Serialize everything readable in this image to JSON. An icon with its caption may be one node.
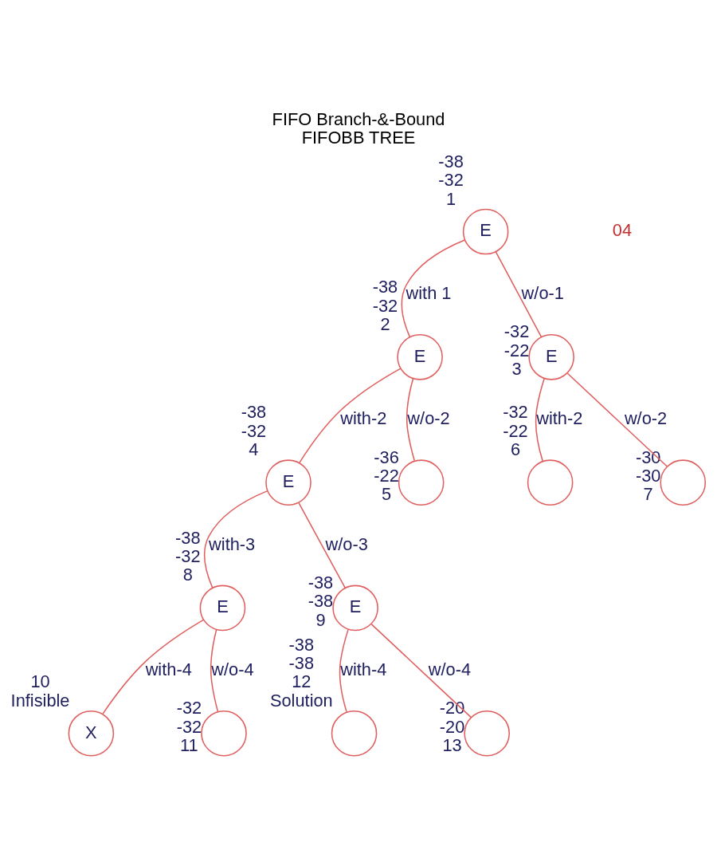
{
  "diagram": {
    "title": "FIFO Branch-&-Bound",
    "caption": "FIFOBB TREE",
    "nodes": [
      {
        "text": [
          "E"
        ],
        "beside": [
          "-38",
          "-32",
          "1"
        ]
      },
      {
        "text": [
          "E"
        ],
        "beside": [
          "-38",
          "-32",
          "2"
        ]
      },
      {
        "text": [
          "E"
        ],
        "beside": [
          "-32",
          "-22",
          "3"
        ]
      },
      {
        "text": [
          "E"
        ],
        "beside": [
          "-38",
          "-32",
          "4"
        ]
      },
      {
        "text": [],
        "shape": "circle",
        "beside": [
          "-36",
          "-22",
          "5"
        ]
      },
      {
        "text": [],
        "shape": "circle",
        "beside": [
          "-32",
          "-22",
          "6"
        ]
      },
      {
        "text": [],
        "shape": "circle",
        "beside": [
          "-30",
          "-30",
          "7"
        ]
      },
      {
        "text": [
          "E"
        ],
        "beside": [
          "-38",
          "-32",
          "8"
        ]
      },
      {
        "text": [
          "E"
        ],
        "beside": [
          "-38",
          "-38",
          "9"
        ]
      },
      {
        "text": [
          "X"
        ],
        "beside": [
          "10",
          "Infisible"
        ]
      },
      {
        "text": [],
        "shape": "circle",
        "beside": [
          "-32",
          "-32",
          "11"
        ]
      },
      {
        "text": [],
        "shape": "circle",
        "beside": [
          "-38",
          "-38",
          "12",
          "Solution"
        ]
      },
      {
        "text": [],
        "shape": "circle",
        "beside": [
          "-20",
          "-20",
          "13"
        ]
      }
    ],
    "edges": [
      {
        "from": 0,
        "to": 1,
        "arrow": "none",
        "label": "with 1"
      },
      {
        "from": 0,
        "to": 2,
        "arrow": "none",
        "label": "w/o-1"
      },
      {
        "from": 1,
        "to": 3,
        "arrow": "none",
        "label": "with-2"
      },
      {
        "from": 1,
        "to": 4,
        "arrow": "none",
        "label": "w/o-2"
      },
      {
        "from": 2,
        "to": 5,
        "arrow": "none",
        "label": "with-2"
      },
      {
        "from": 2,
        "to": 6,
        "arrow": "none",
        "label": "w/o-2"
      },
      {
        "from": 3,
        "to": 7,
        "arrow": "none",
        "label": "with-3"
      },
      {
        "from": 3,
        "to": 8,
        "arrow": "none",
        "label": "w/o-3"
      },
      {
        "from": 7,
        "to": 9,
        "arrow": "none",
        "label": "with-4"
      },
      {
        "from": 7,
        "to": 10,
        "arrow": "none",
        "label": "w/o-4"
      },
      {
        "from": 8,
        "to": 11,
        "arrow": "none",
        "label": "with-4"
      },
      {
        "from": 8,
        "to": 12,
        "arrow": "none",
        "label": "w/o-4"
      }
    ],
    "labels": [
      "04"
    ]
  }
}
